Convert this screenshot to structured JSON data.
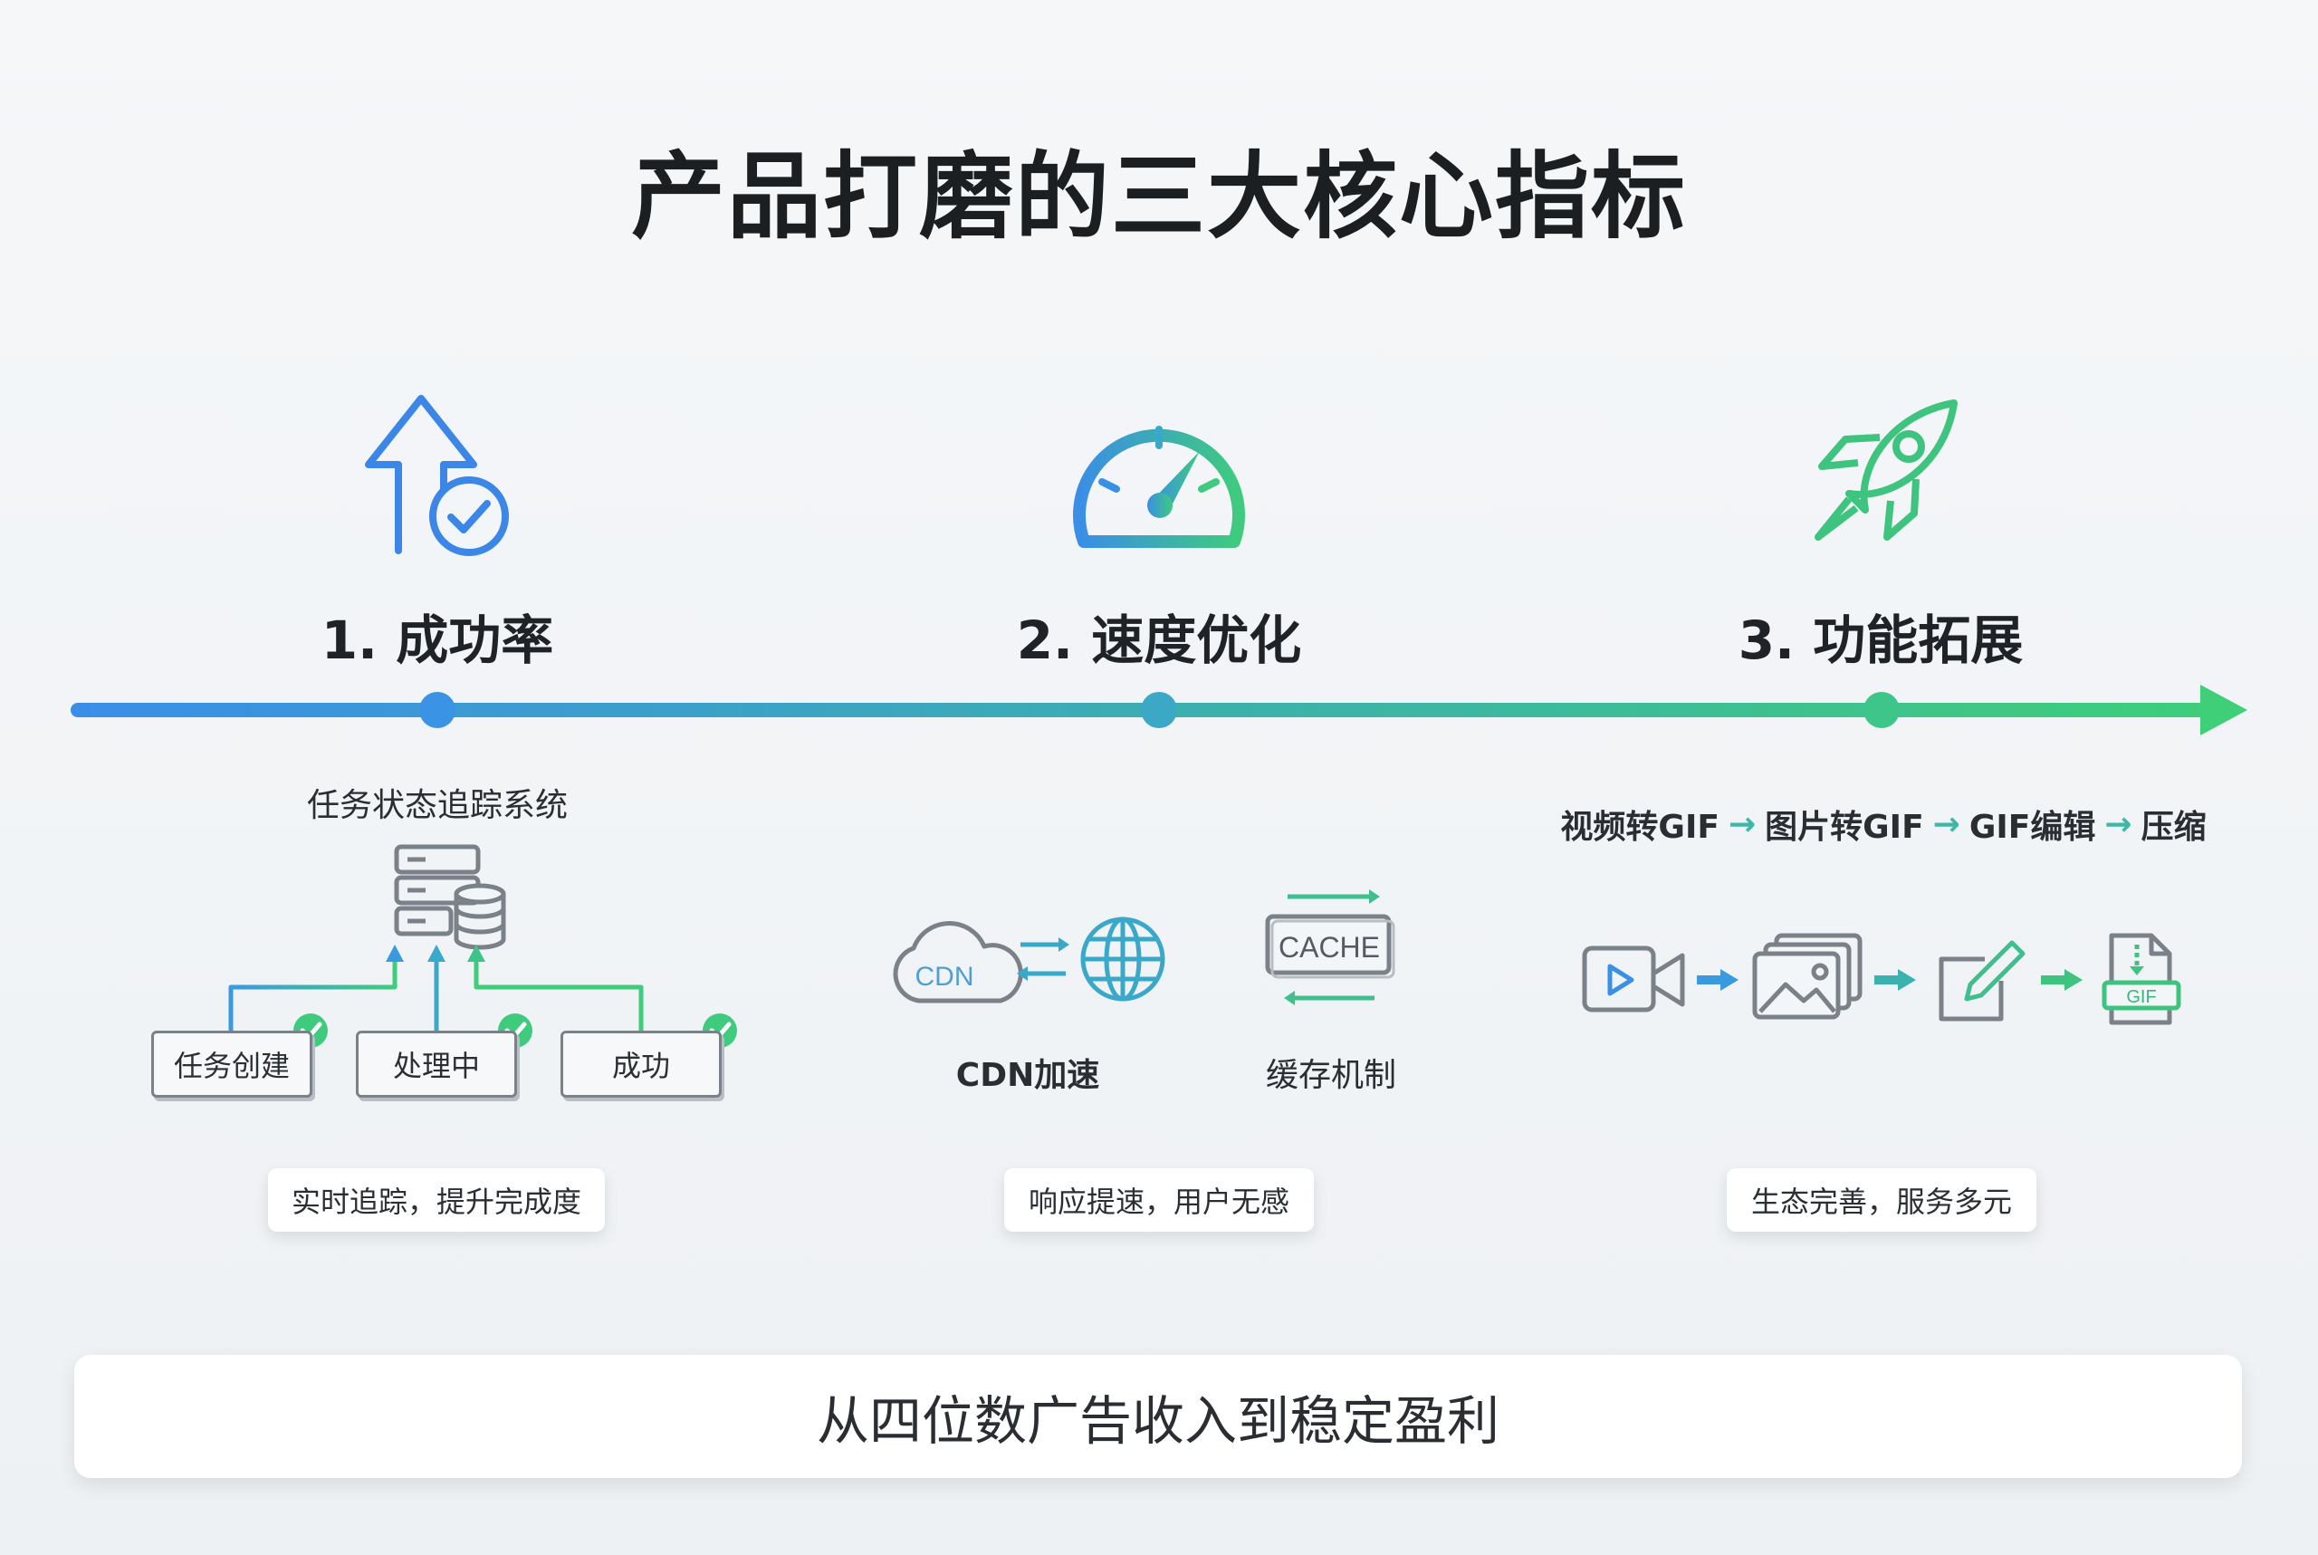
{
  "title": "产品打磨的三大核心指标",
  "colors": {
    "gradient_start": "#3b8ee8",
    "gradient_end": "#3ecf78",
    "icon_gray": "#7b8188"
  },
  "stages": [
    {
      "heading": "1. 成功率",
      "icon": "arrow-up-check-icon",
      "system_label": "任务状态追踪系统",
      "steps": [
        "任务创建",
        "处理中",
        "成功"
      ],
      "caption": "实时追踪，提升完成度"
    },
    {
      "heading": "2. 速度优化",
      "icon": "speedometer-icon",
      "items": [
        {
          "label": "CDN加速",
          "icon_text": "CDN"
        },
        {
          "label": "缓存机制",
          "icon_text": "CACHE"
        }
      ],
      "caption": "响应提速，用户无感"
    },
    {
      "heading": "3. 功能拓展",
      "icon": "rocket-icon",
      "flow": [
        "视频转GIF",
        "图片转GIF",
        "GIF编辑",
        "压缩"
      ],
      "flow_arrow": "→",
      "gif_badge": "GIF",
      "caption": "生态完善，服务多元"
    }
  ],
  "footer": "从四位数广告收入到稳定盈利"
}
